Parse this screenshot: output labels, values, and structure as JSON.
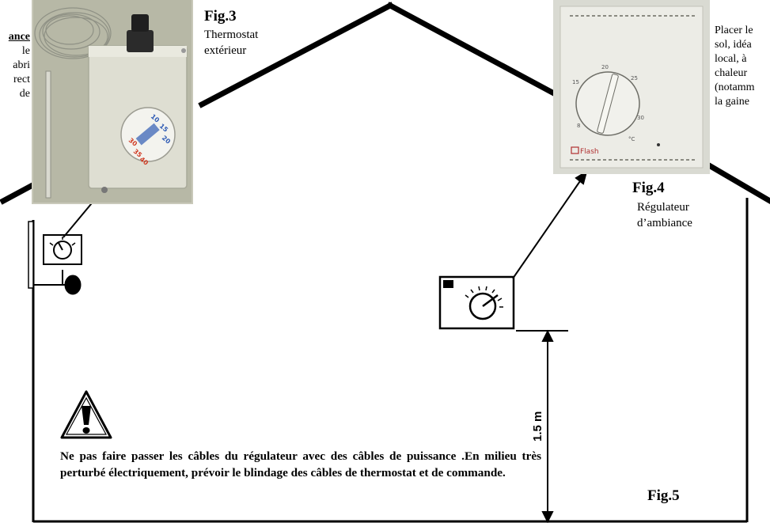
{
  "fig3": {
    "label": "Fig.3",
    "caption_line1": "Thermostat",
    "caption_line2": "extérieur"
  },
  "fig4": {
    "label": "Fig.4",
    "caption_line1": "Régulateur",
    "caption_line2": "d’ambiance"
  },
  "fig5": {
    "label": "Fig.5"
  },
  "left_text": {
    "lines": [
      "ance",
      "le",
      "abri",
      "rect",
      "de"
    ]
  },
  "right_text": {
    "lines": [
      "Placer le",
      "sol, idéa",
      "local, à",
      "chaleur",
      "(notamm",
      "la gaine"
    ]
  },
  "photo_fig4": {
    "dial_numbers": [
      "20",
      "15",
      "25",
      "30",
      "8"
    ],
    "unit": "°C",
    "brand": "Flash"
  },
  "warning": {
    "icon": "warning-triangle-icon",
    "text": "Ne pas faire passer les câbles du régulateur avec des câbles de puissance .En milieu très perturbé électriquement, prévoir le blindage des câbles de thermostat et de commande."
  },
  "dimension": {
    "label": "1.5 m"
  },
  "colors": {
    "line": "#000000",
    "photo_bg_fig3": "#c9c9ba",
    "photo_bg_fig4": "#e6e6dc"
  }
}
